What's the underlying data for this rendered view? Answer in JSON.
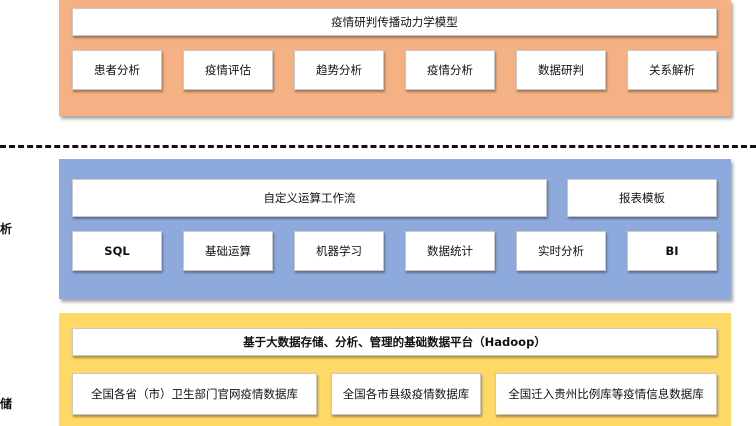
{
  "top_layer": {
    "color": "#F4B183",
    "title": "疫情研判传播动力学模型",
    "items": [
      "患者分析",
      "疫情评估",
      "趋势分析",
      "疫情分析",
      "数据研判",
      "关系解析"
    ]
  },
  "middle_layer": {
    "color": "#8EA9DB",
    "side_label": "析",
    "workflow": "自定义运算工作流",
    "report": "报表模板",
    "items": [
      "SQL",
      "基础运算",
      "机器学习",
      "数据统计",
      "实时分析",
      "BI"
    ]
  },
  "bottom_layer": {
    "color": "#FFD966",
    "side_label": "储",
    "title": "基于大数据存储、分析、管理的基础数据平台（Hadoop）",
    "items": [
      "全国各省（市）卫生部门官网疫情数据库",
      "全国各市县级疫情数据库",
      "全国迁入贵州比例库等疫情信息数据库"
    ]
  }
}
